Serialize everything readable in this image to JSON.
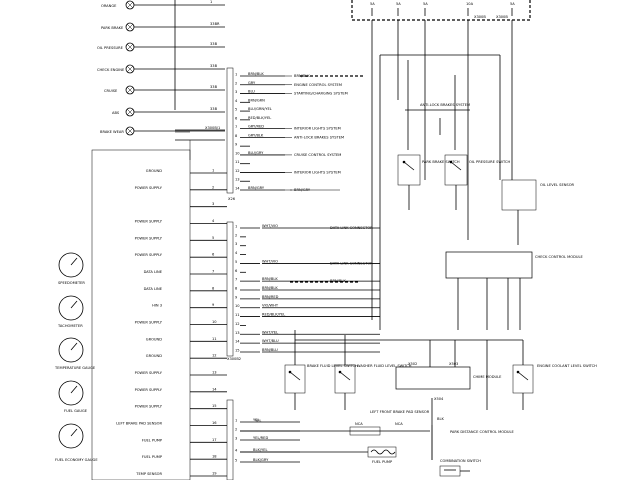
{
  "cluster": {
    "indicators": [
      {
        "label": "ORANGE",
        "wire": "1"
      },
      {
        "label": "PARK BRAKE",
        "wire": "33BR"
      },
      {
        "label": "OIL PRESSURE",
        "wire": "33B"
      },
      {
        "label": "CHECK ENGINE",
        "wire": "33B"
      },
      {
        "label": "CRUISE",
        "wire": "33B"
      },
      {
        "label": "ABS",
        "wire": "33B"
      },
      {
        "label": "BRAKE WEAR",
        "wire": "X300B/1"
      }
    ],
    "pins": [
      {
        "label": "GROUND",
        "pin": "1"
      },
      {
        "label": "POWER SUPPLY",
        "pin": "2"
      },
      {
        "label": "",
        "pin": "3"
      },
      {
        "label": "POWER SUPPLY",
        "pin": "4"
      },
      {
        "label": "POWER SUPPLY",
        "pin": "5"
      },
      {
        "label": "POWER SUPPLY",
        "pin": "6"
      },
      {
        "label": "DATA LINE",
        "pin": "7"
      },
      {
        "label": "DATA LINE",
        "pin": "8"
      },
      {
        "label": "HIN 3",
        "pin": "9"
      },
      {
        "label": "POWER SUPPLY",
        "pin": "10"
      },
      {
        "label": "GROUND",
        "pin": "11"
      },
      {
        "label": "GROUND",
        "pin": "12"
      },
      {
        "label": "POWER SUPPLY",
        "pin": "13"
      },
      {
        "label": "POWER SUPPLY",
        "pin": "14"
      },
      {
        "label": "POWER SUPPLY",
        "pin": "15"
      },
      {
        "label": "LEFT BRAKE PAD SENSOR",
        "pin": "16"
      },
      {
        "label": "FUEL PUMP",
        "pin": "17"
      },
      {
        "label": "FUEL PUMP",
        "pin": "18"
      },
      {
        "label": "TEMP SENSOR",
        "pin": "19"
      }
    ],
    "gauges": [
      "SPEEDOMETER",
      "TACHOMETER",
      "TEMPERATURE GAUGE",
      "FUEL GAUGE",
      "FUEL ECONOMY GAUGE"
    ]
  },
  "connector_top": {
    "wires": [
      {
        "num": "1",
        "color": "BRN/BLK",
        "dest": "BRN/BLK"
      },
      {
        "num": "2",
        "color": "GRY",
        "dest": "ENGINE CONTROL SYSTEM"
      },
      {
        "num": "3",
        "color": "BLU",
        "dest": "STARTING/CHARGING SYSTEM"
      },
      {
        "num": "4",
        "color": "BRN/GRN",
        "dest": ""
      },
      {
        "num": "5",
        "color": "BLU/GRN/YEL",
        "dest": ""
      },
      {
        "num": "6",
        "color": "RED/BLK/YEL",
        "dest": ""
      },
      {
        "num": "7",
        "color": "GRY/RED",
        "dest": "INTERIOR LIGHTS SYSTEM"
      },
      {
        "num": "8",
        "color": "GRY/BLK",
        "dest": "ANTI-LOCK BRAKES SYSTEM"
      },
      {
        "num": "9",
        "color": "",
        "dest": ""
      },
      {
        "num": "10",
        "color": "BLU/GRY",
        "dest": "CRUISE CONTROL SYSTEM"
      },
      {
        "num": "11",
        "color": "",
        "dest": ""
      },
      {
        "num": "12",
        "color": "",
        "dest": "INTERIOR LIGHTS SYSTEM"
      },
      {
        "num": "13",
        "color": "",
        "dest": ""
      },
      {
        "num": "14",
        "color": "BRN/GRY",
        "dest": "BRN/GRY"
      }
    ],
    "id": "X26"
  },
  "connector_bottom": {
    "wires": [
      {
        "num": "1",
        "color": "WHT/VIO",
        "dest": "DATA LINK CONNECTOR"
      },
      {
        "num": "2",
        "color": "",
        "dest": ""
      },
      {
        "num": "3",
        "color": "",
        "dest": ""
      },
      {
        "num": "4",
        "color": "",
        "dest": ""
      },
      {
        "num": "5",
        "color": "WHT/VIO",
        "dest": "DATA LINK CONNECTOR"
      },
      {
        "num": "6",
        "color": "",
        "dest": ""
      },
      {
        "num": "7",
        "color": "BRN/BLK",
        "dest": "BRN/BLK"
      },
      {
        "num": "8",
        "color": "BRN/BLK",
        "dest": ""
      },
      {
        "num": "9",
        "color": "BRN/RED",
        "dest": ""
      },
      {
        "num": "10",
        "color": "VIO/WHT",
        "dest": ""
      },
      {
        "num": "11",
        "color": "RED/BLK/YEL",
        "dest": ""
      },
      {
        "num": "12",
        "color": "",
        "dest": ""
      },
      {
        "num": "13",
        "color": "WHT/YEL",
        "dest": ""
      },
      {
        "num": "14",
        "color": "WHT/BLU",
        "dest": ""
      },
      {
        "num": "15",
        "color": "BRN/BLU",
        "dest": ""
      }
    ],
    "id": "X300B2"
  },
  "connector_right": {
    "wires": [
      {
        "num": "1",
        "color": "YEL"
      },
      {
        "num": "2",
        "color": ""
      },
      {
        "num": "3",
        "color": "YEL/RED"
      },
      {
        "num": "4",
        "color": "BLK/YEL"
      },
      {
        "num": "5",
        "color": "BLK/GRY"
      }
    ]
  },
  "components": {
    "abs": "ANTI-LOCK BRAKES SYSTEM",
    "park_brake": "PARK BRAKE SWITCH",
    "oil_pressure": "OIL PRESSURE SWITCH",
    "oil_level": "OIL LEVEL SENSOR",
    "check_control": "CHECK CONTROL MODULE",
    "brake_fluid": "BRAKE FLUID LEVEL SWITCH",
    "washer_fluid": "WASHER FLUID LEVEL SWITCH",
    "chime": "CHIME MODULE",
    "coolant": "ENGINE COOLANT LEVEL SWITCH",
    "brake_pad": "LEFT FRONT BRAKE PAD SENSOR",
    "park_distance": "PARK DISTANCE CONTROL MODULE",
    "fuel_pump": "FUEL PUMP",
    "combination": "COMBINATION SWITCH"
  },
  "fuses": [
    {
      "label": "5A"
    },
    {
      "label": "5A"
    },
    {
      "label": "5A"
    },
    {
      "label": "10A"
    },
    {
      "label": "5A"
    }
  ],
  "labels": {
    "nca1": "NCA",
    "nca2": "NCA",
    "x26_top": "X26",
    "x300b": "X300B",
    "x300b_2": "X300B",
    "y502": "X502",
    "y503": "X503",
    "y504": "X504",
    "blk": "BLK",
    "yel": "YEL",
    "grn": "GRN"
  }
}
